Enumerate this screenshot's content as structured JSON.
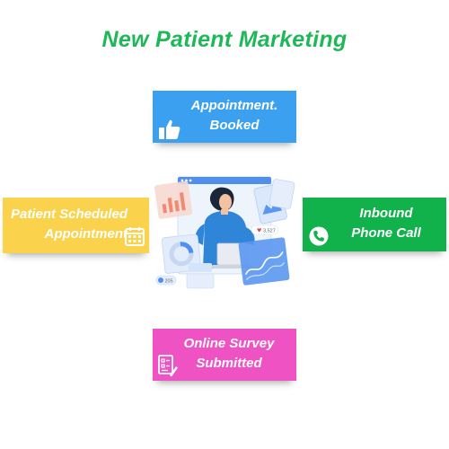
{
  "title": "New Patient Marketing",
  "cards": {
    "booked": {
      "line1": "Appointment.",
      "line2": "Booked",
      "icon": "thumbs-up-icon",
      "color": "#3ba0ef"
    },
    "scheduled": {
      "line1": "Patient Scheduled",
      "line2": "Appointment",
      "icon": "calendar-icon",
      "color": "#fbd24c"
    },
    "call": {
      "line1": "Inbound",
      "line2": "Phone Call",
      "icon": "phone-icon",
      "color": "#11b24b"
    },
    "survey": {
      "line1": "Online Survey",
      "line2": "Submitted",
      "icon": "survey-form-icon",
      "color": "#ef52c3"
    }
  },
  "illustration": {
    "icon": "analytics-person-illustration",
    "heart_count": "3,527",
    "like_count": "205"
  },
  "colors": {
    "title": "#1fb859"
  }
}
